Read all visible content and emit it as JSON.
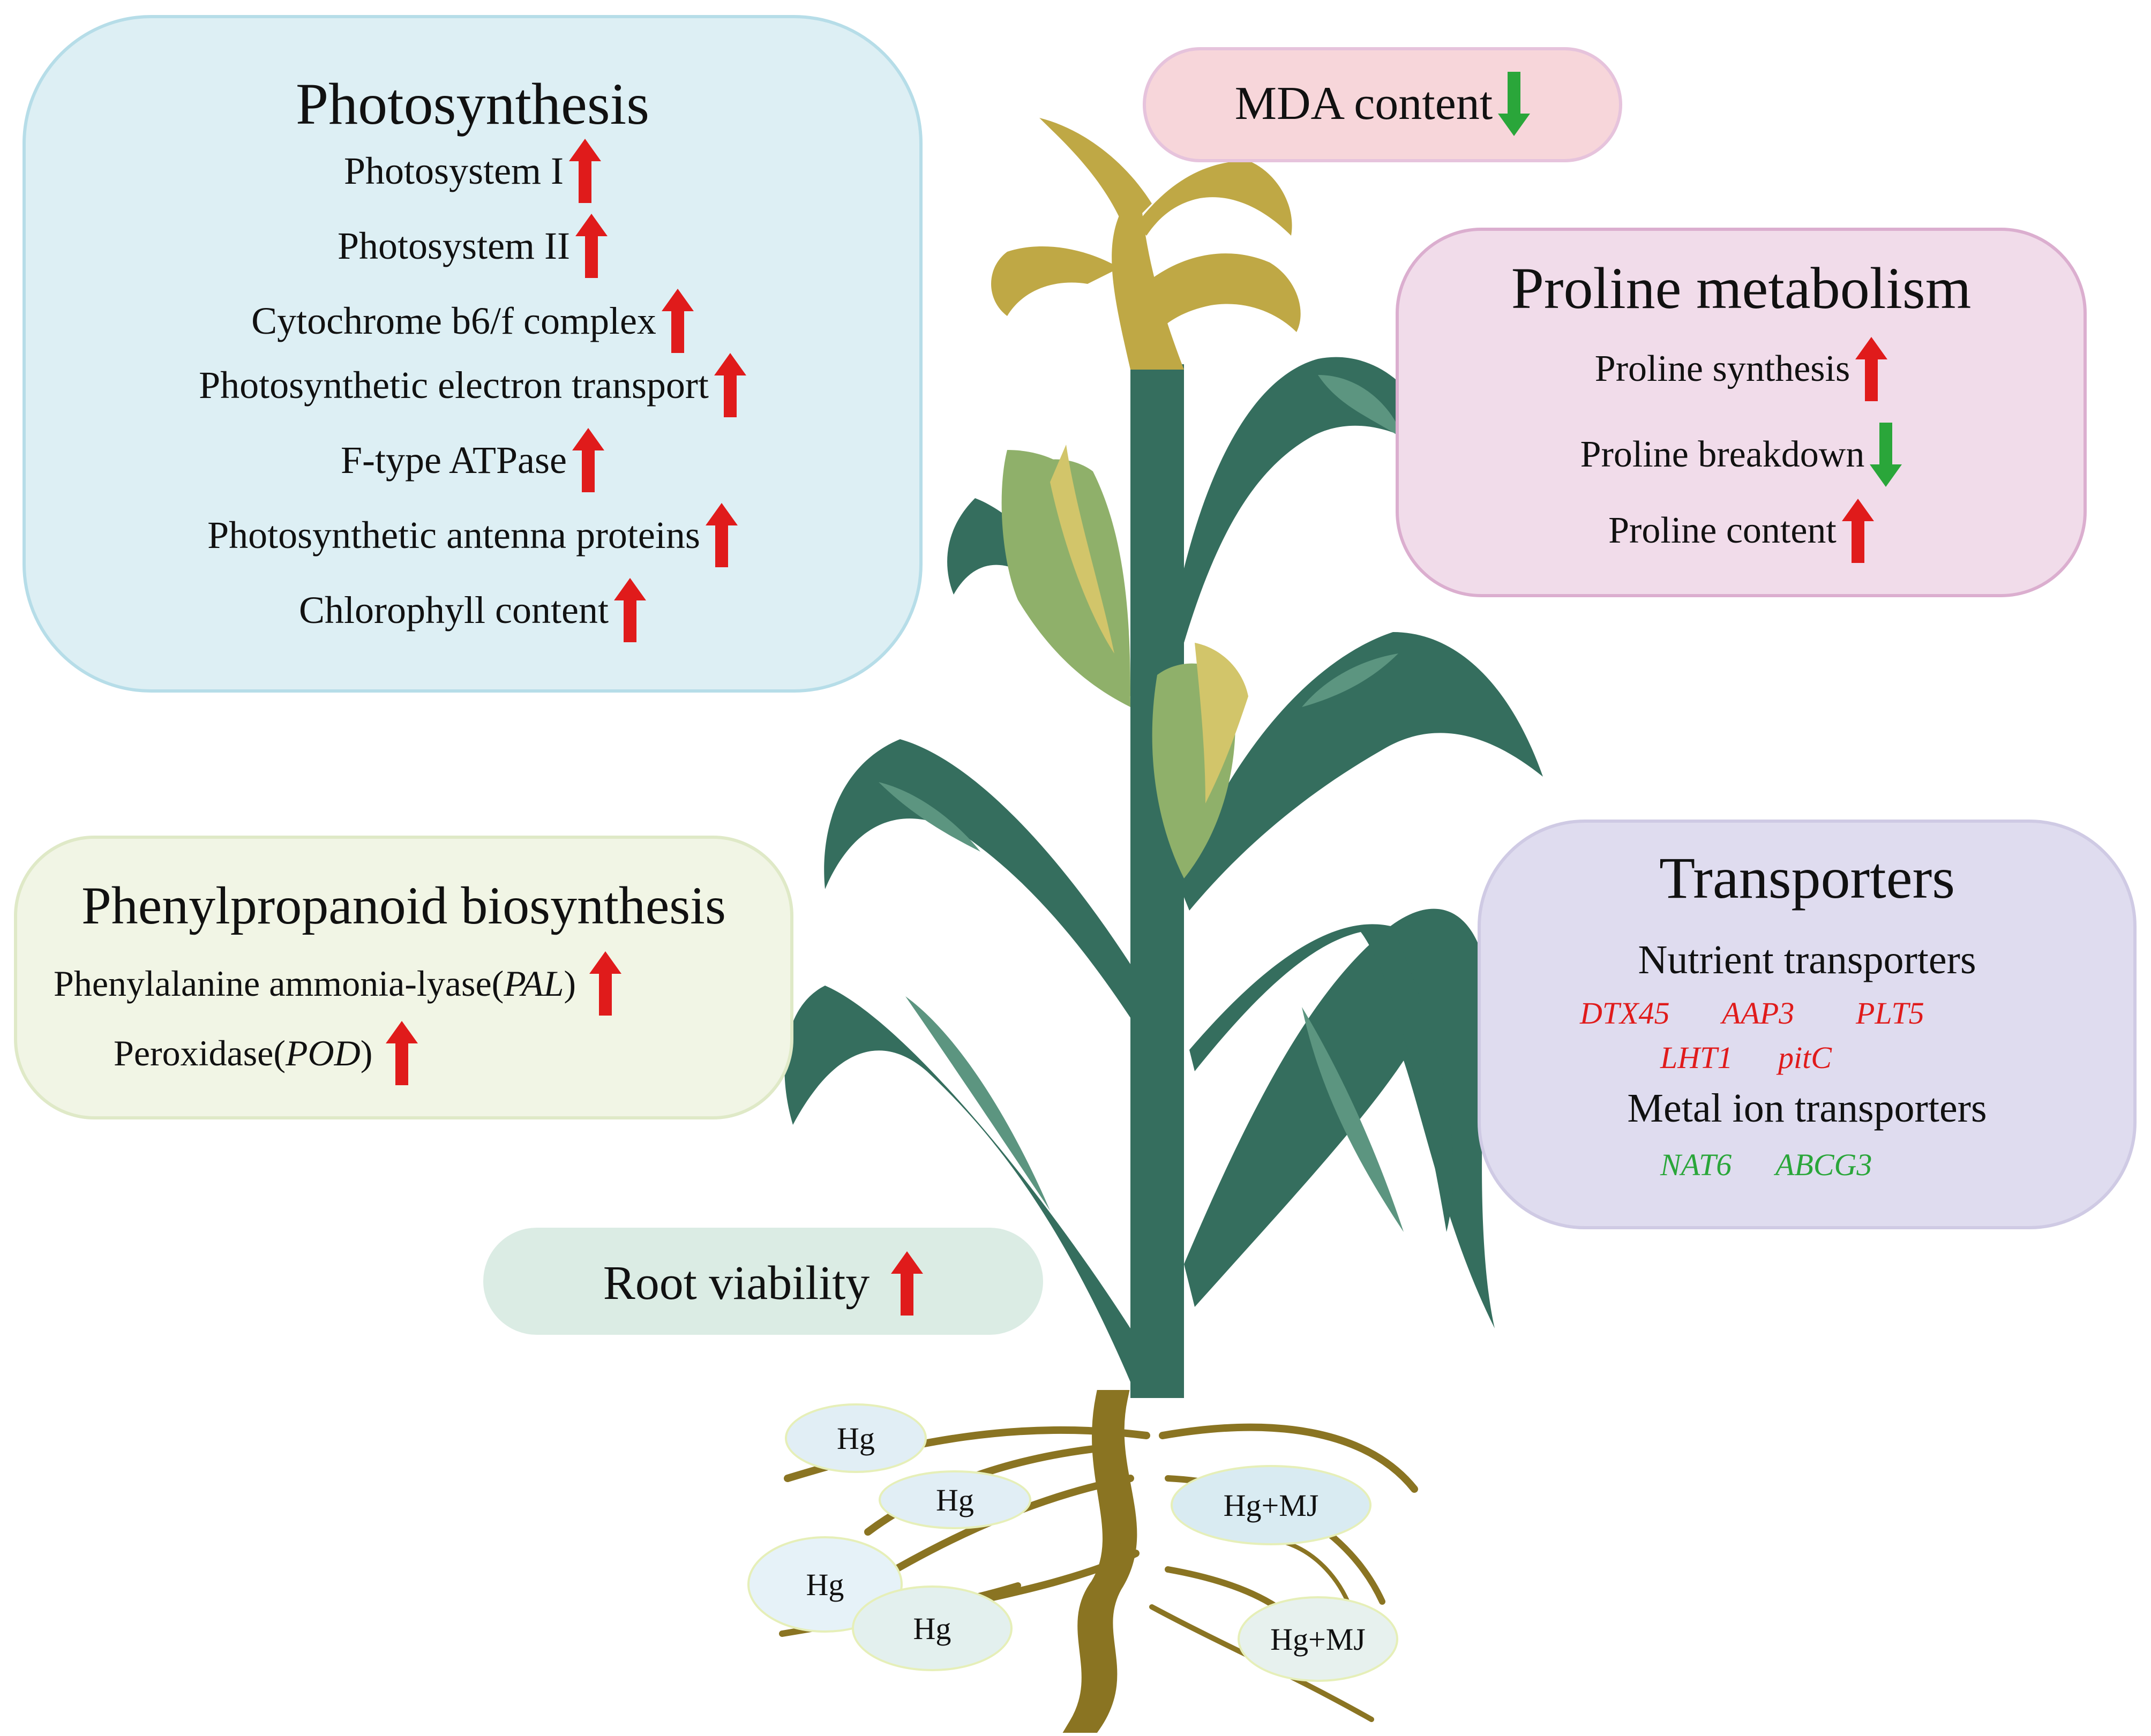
{
  "colors": {
    "arrow_up": "#e01b1b",
    "arrow_down": "#2aa63a",
    "stem": "#356e5e",
    "leaf_light": "#5c9580",
    "husk": "#8fb06a",
    "silk": "#d2c56a",
    "tassel": "#bfa845",
    "root": "#8a7422",
    "gene_up_text": "#e01b1b",
    "gene_down_text": "#2aa63a"
  },
  "photosynthesis": {
    "title": "Photosynthesis",
    "items": [
      {
        "label": "Photosystem I",
        "arrow": "up"
      },
      {
        "label": "Photosystem II",
        "arrow": "up"
      },
      {
        "label": "Cytochrome b6/f complex",
        "arrow": "up"
      },
      {
        "label": "Photosynthetic electron transport",
        "arrow": "up"
      },
      {
        "label": "F-type ATPase",
        "arrow": "up"
      },
      {
        "label": "Photosynthetic antenna proteins",
        "arrow": "up"
      },
      {
        "label": "Chlorophyll content",
        "arrow": "up"
      }
    ]
  },
  "mda": {
    "label": "MDA content",
    "arrow": "down"
  },
  "proline": {
    "title": "Proline metabolism",
    "items": [
      {
        "label": "Proline synthesis",
        "arrow": "up"
      },
      {
        "label": "Proline breakdown",
        "arrow": "down"
      },
      {
        "label": "Proline content",
        "arrow": "up"
      }
    ]
  },
  "phenylpropanoid": {
    "title": "Phenylpropanoid biosynthesis",
    "items": [
      {
        "label": "Phenylalanine ammonia-lyase(",
        "abbr": "PAL",
        "close": ")",
        "arrow": "up"
      },
      {
        "label": "Peroxidase(",
        "abbr": "POD",
        "close": ")",
        "arrow": "up"
      }
    ]
  },
  "transporters": {
    "title": "Transporters",
    "nutrient_label": "Nutrient transporters",
    "nutrient_genes": [
      "DTX45",
      "AAP3",
      "PLT5",
      "LHT1",
      "pitC"
    ],
    "metal_label": "Metal ion transporters",
    "metal_genes": [
      "NAT6",
      "ABCG3"
    ]
  },
  "root_viability": {
    "label": "Root viability",
    "arrow": "up"
  },
  "ellipses": [
    "Hg",
    "Hg",
    "Hg",
    "Hg",
    "Hg+MJ",
    "Hg+MJ"
  ]
}
